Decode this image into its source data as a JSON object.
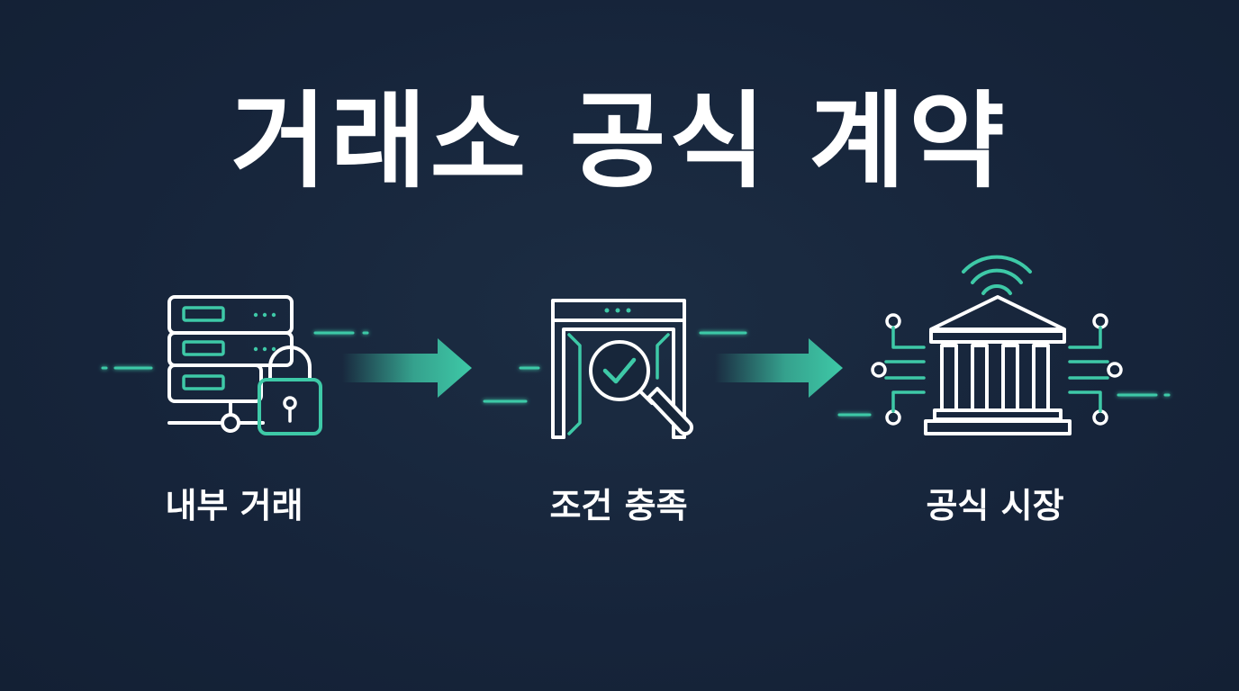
{
  "title": "거래소 공식 계약",
  "steps": [
    {
      "label": "내부 거래",
      "icon": "server-lock-icon"
    },
    {
      "label": "조건 충족",
      "icon": "gate-magnifier-check-icon"
    },
    {
      "label": "공식 시장",
      "icon": "bank-network-icon"
    }
  ],
  "colors": {
    "background": "#17263a",
    "accent": "#3ec9a7",
    "line": "#ffffff"
  }
}
